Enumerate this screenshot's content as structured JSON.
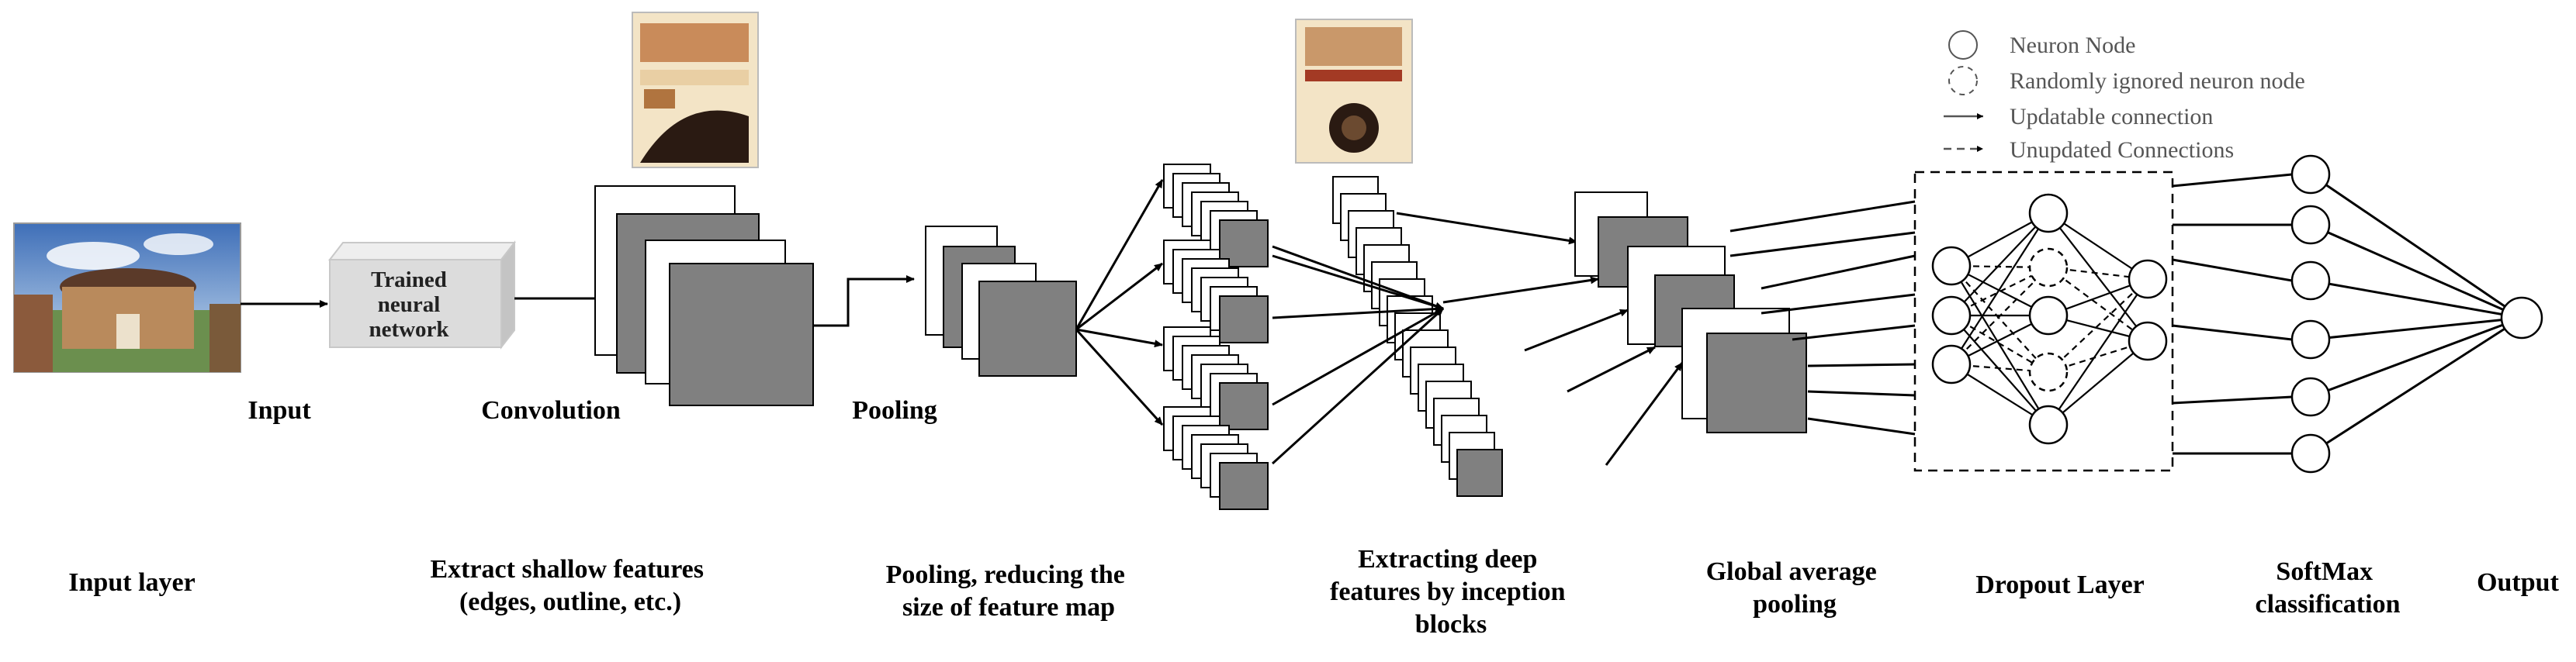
{
  "stage_labels": {
    "input": "Input",
    "convolution": "Convolution",
    "pooling": "Pooling"
  },
  "trained_box": [
    "Trained",
    "neural",
    "network"
  ],
  "legend": {
    "neuron_node": "Neuron Node",
    "ignored_node": "Randomly ignored neuron node",
    "updatable": "Updatable connection",
    "unupdated": "Unupdated Connections"
  },
  "bottom_labels": {
    "input_layer": [
      "Input layer"
    ],
    "shallow": [
      "Extract shallow features",
      "(edges, outline, etc.)"
    ],
    "pooling": [
      "Pooling, reducing the",
      "size of feature map"
    ],
    "deep": [
      "Extracting deep",
      "features by inception",
      "blocks"
    ],
    "gap": [
      "Global average",
      "pooling"
    ],
    "dropout": [
      "Dropout Layer"
    ],
    "softmax": [
      "SoftMax",
      "classification"
    ],
    "output": [
      "Output"
    ]
  },
  "colors": {
    "feature_gray": "#808080",
    "box_gray": "#dcdcdc",
    "line": "#000000"
  }
}
